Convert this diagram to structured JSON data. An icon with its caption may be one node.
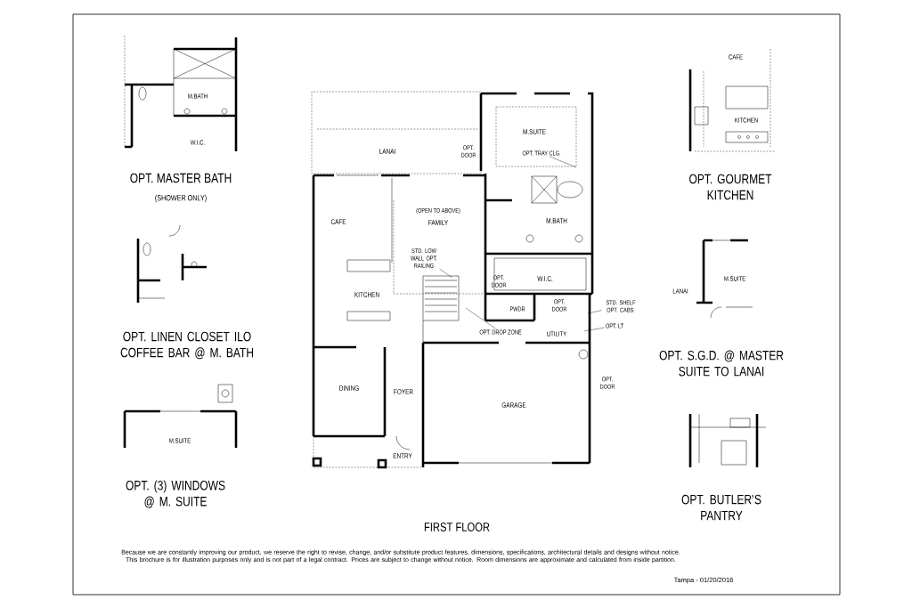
{
  "diagram": {
    "nodes": [
      {
        "text": [
          "OPT. TRAY CLG."
        ]
      },
      {
        "text": [
          "STD. LOW WALL OPT. RAILING"
        ]
      },
      {
        "text": [
          "OPT. DROP ZONE"
        ]
      },
      {
        "text": [
          "STD. SHELF OPT. CABS."
        ]
      },
      {
        "text": [
          "OPT. LT"
        ]
      }
    ],
    "edges": [
      {
        "from": 0,
        "to": null,
        "arrow": "none"
      },
      {
        "from": 1,
        "to": null,
        "arrow": "none"
      },
      {
        "from": 2,
        "to": null,
        "arrow": "none"
      },
      {
        "from": 3,
        "to": null,
        "arrow": "none"
      },
      {
        "from": 4,
        "to": null,
        "arrow": "none"
      }
    ],
    "labels": [
      "M.BATH",
      "W.I.C.",
      "OPT. MASTER BATH",
      "(SHOWER ONLY)",
      "CAFE",
      "KITCHEN",
      "OPT. GOURMET KITCHEN",
      "LANAI",
      "M.SUITE",
      "OPT. DOOR",
      "CAFE",
      "(OPEN TO ABOVE)",
      "FAMILY",
      "M.BATH",
      "KITCHEN",
      "W.I.C.",
      "OPT. DOOR",
      "PWDR",
      "OPT. DOOR",
      "UTILITY",
      "OPT. LINEN CLOSET ILO COFFEE BAR @ M. BATH",
      "M.SUITE",
      "LANAI",
      "OPT. S.G.D. @ MASTER SUITE TO LANAI",
      "DINING",
      "FOYER",
      "OPT. DOOR",
      "GARAGE",
      "ENTRY",
      "M.SUITE",
      "OPT. (3) WINDOWS @ M. SUITE",
      "OPT. BUTLER'S PANTRY",
      "FIRST FLOOR",
      "Because we are constantly improving our product, we reserve the right to revise, change, and/or substitute product features, dimensions, specifications, architectural details and designs without notice.  This brochure is for illustration purposes only and is not part of a legal contract.  Prices are subject to change without notice.  Room dimensions are approximate and calculated from inside partition.",
      "Tampa - 01/20/2016"
    ]
  }
}
